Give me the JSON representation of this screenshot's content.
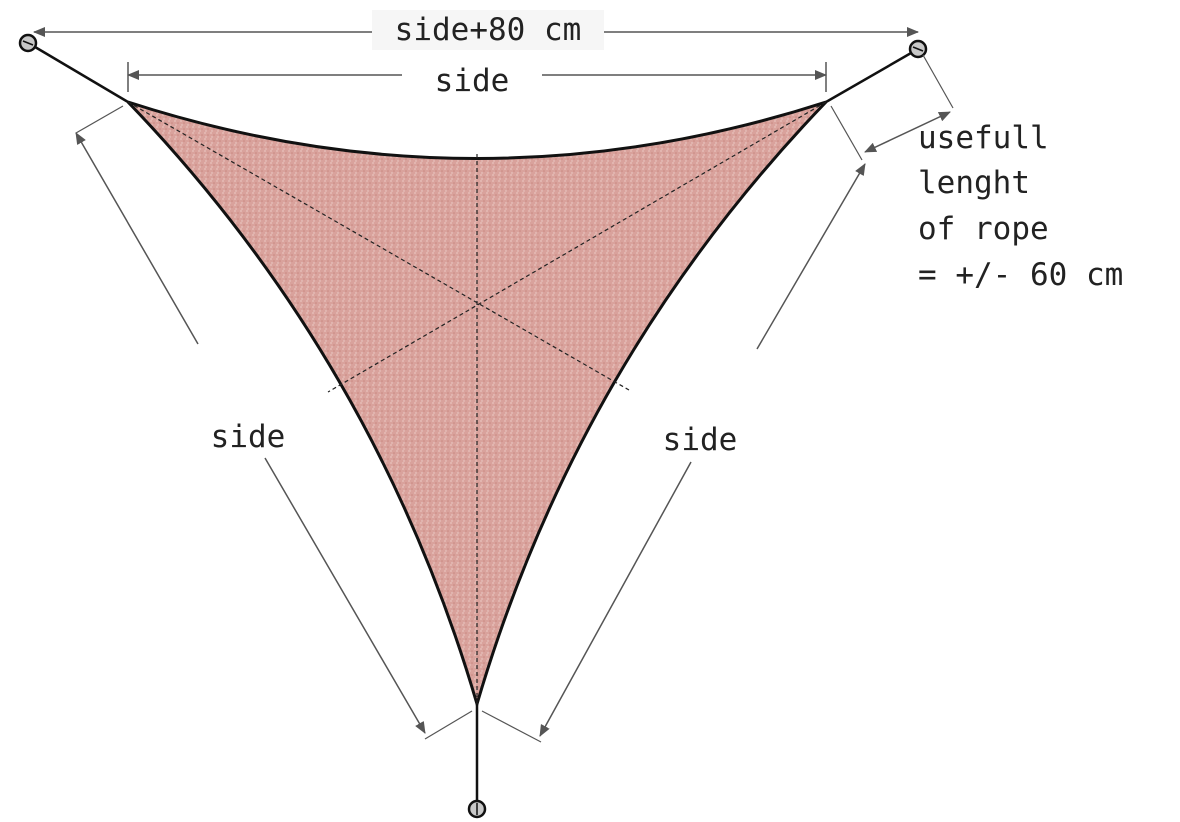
{
  "labels": {
    "overall_width": "side+80 cm",
    "top_side": "side",
    "left_side": "side",
    "right_side": "side"
  },
  "rope_note": [
    "usefull",
    "lenght",
    "of rope",
    "= +/- 60 cm"
  ],
  "colors": {
    "sail_fill": "#d9a29c",
    "sail_edge": "#111111",
    "dimension_line": "#555555",
    "label_background": "#f6f6f6",
    "anchor_fill": "#c8c8c8"
  }
}
